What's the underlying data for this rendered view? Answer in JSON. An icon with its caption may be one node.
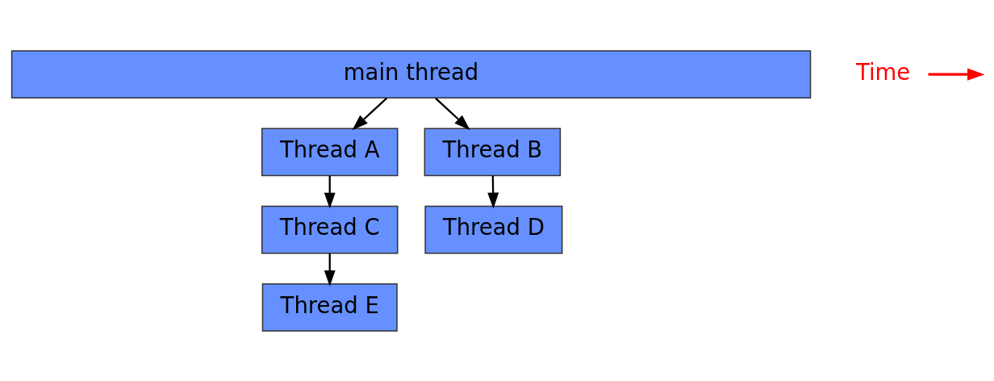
{
  "diagram": {
    "nodes": [
      {
        "text": [
          "main thread"
        ]
      },
      {
        "text": [
          "Thread A"
        ]
      },
      {
        "text": [
          "Thread B"
        ]
      },
      {
        "text": [
          "Thread C"
        ]
      },
      {
        "text": [
          "Thread D"
        ]
      },
      {
        "text": [
          "Thread E"
        ]
      }
    ],
    "edges": [
      {
        "from": 0,
        "to": 1,
        "arrow": "to"
      },
      {
        "from": 0,
        "to": 2,
        "arrow": "to"
      },
      {
        "from": 1,
        "to": 3,
        "arrow": "to"
      },
      {
        "from": 2,
        "to": 4,
        "arrow": "to"
      },
      {
        "from": 3,
        "to": 5,
        "arrow": "to"
      }
    ],
    "labels": [
      "Time"
    ]
  }
}
